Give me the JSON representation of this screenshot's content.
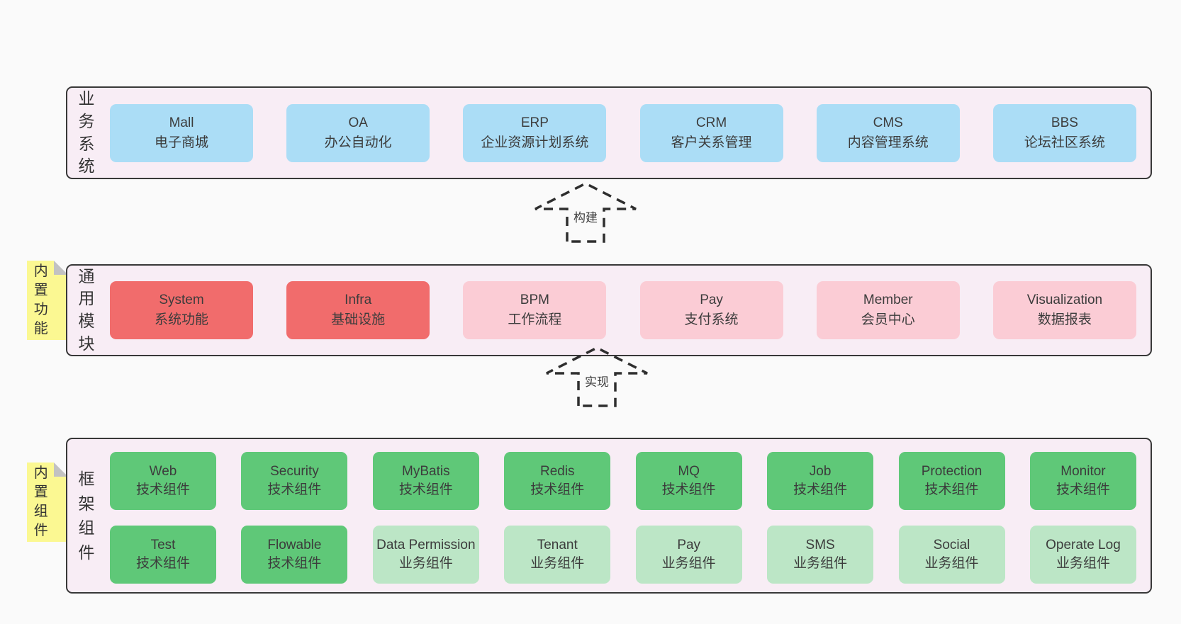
{
  "colors": {
    "page_bg": "#fafafa",
    "band_bg": "#f8edf5",
    "band_border": "#383838",
    "blue": "#abddf6",
    "red": "#f16c6c",
    "pink": "#fbccd5",
    "green_dark": "#5fc878",
    "green_light": "#bce6c6",
    "note_yellow": "#fbf892",
    "text": "#3c3c3c"
  },
  "arrows": {
    "build": "构建",
    "implement": "实现"
  },
  "bands": {
    "business": {
      "label": "业务系统",
      "boxes": [
        {
          "name": "Mall",
          "subtitle": "电子商城"
        },
        {
          "name": "OA",
          "subtitle": "办公自动化"
        },
        {
          "name": "ERP",
          "subtitle": "企业资源计划系统"
        },
        {
          "name": "CRM",
          "subtitle": "客户关系管理"
        },
        {
          "name": "CMS",
          "subtitle": "内容管理系统"
        },
        {
          "name": "BBS",
          "subtitle": "论坛社区系统"
        }
      ]
    },
    "modules": {
      "label": "通用模块",
      "note": "内置功能",
      "boxes": [
        {
          "name": "System",
          "subtitle": "系统功能",
          "color": "#f16c6c"
        },
        {
          "name": "Infra",
          "subtitle": "基础设施",
          "color": "#f16c6c"
        },
        {
          "name": "BPM",
          "subtitle": "工作流程",
          "color": "#fbccd5"
        },
        {
          "name": "Pay",
          "subtitle": "支付系统",
          "color": "#fbccd5"
        },
        {
          "name": "Member",
          "subtitle": "会员中心",
          "color": "#fbccd5"
        },
        {
          "name": "Visualization",
          "subtitle": "数据报表",
          "color": "#fbccd5"
        }
      ]
    },
    "framework": {
      "label": "框架组件",
      "note": "内置组件",
      "row1": [
        {
          "name": "Web",
          "subtitle": "技术组件",
          "color": "#5fc878"
        },
        {
          "name": "Security",
          "subtitle": "技术组件",
          "color": "#5fc878"
        },
        {
          "name": "MyBatis",
          "subtitle": "技术组件",
          "color": "#5fc878"
        },
        {
          "name": "Redis",
          "subtitle": "技术组件",
          "color": "#5fc878"
        },
        {
          "name": "MQ",
          "subtitle": "技术组件",
          "color": "#5fc878"
        },
        {
          "name": "Job",
          "subtitle": "技术组件",
          "color": "#5fc878"
        },
        {
          "name": "Protection",
          "subtitle": "技术组件",
          "color": "#5fc878"
        },
        {
          "name": "Monitor",
          "subtitle": "技术组件",
          "color": "#5fc878"
        }
      ],
      "row2": [
        {
          "name": "Test",
          "subtitle": "技术组件",
          "color": "#5fc878"
        },
        {
          "name": "Flowable",
          "subtitle": "技术组件",
          "color": "#5fc878"
        },
        {
          "name": "Data Permission",
          "subtitle": "业务组件",
          "color": "#bce6c6"
        },
        {
          "name": "Tenant",
          "subtitle": "业务组件",
          "color": "#bce6c6"
        },
        {
          "name": "Pay",
          "subtitle": "业务组件",
          "color": "#bce6c6"
        },
        {
          "name": "SMS",
          "subtitle": "业务组件",
          "color": "#bce6c6"
        },
        {
          "name": "Social",
          "subtitle": "业务组件",
          "color": "#bce6c6"
        },
        {
          "name": "Operate Log",
          "subtitle": "业务组件",
          "color": "#bce6c6"
        }
      ]
    }
  }
}
